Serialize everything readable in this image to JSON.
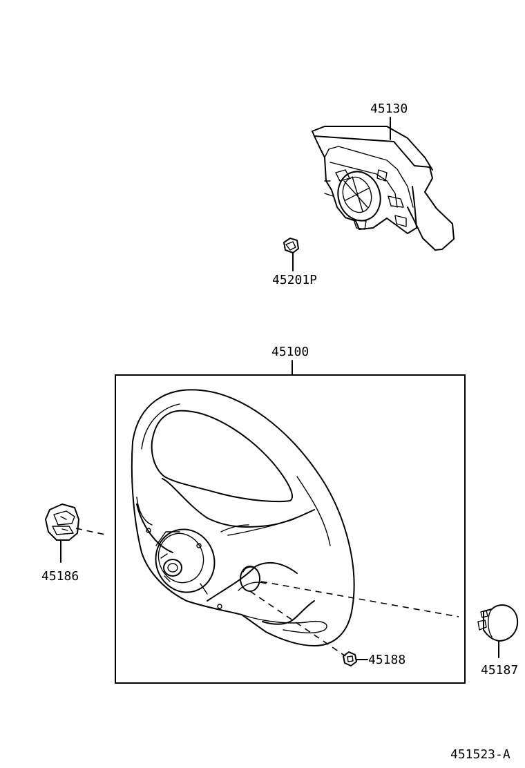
{
  "parts": {
    "airbag_label": "45130",
    "nut_label": "45201P",
    "wheel_label": "45100",
    "left_cover_label": "45186",
    "right_cover_label": "45187",
    "screw_label": "45188"
  },
  "diagram_code": "451523-A"
}
